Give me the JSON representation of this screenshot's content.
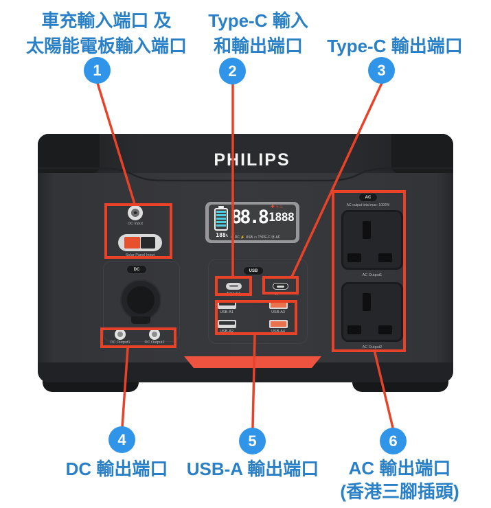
{
  "colors": {
    "label_blue": "#2a80c6",
    "marker_blue": "#3095e9",
    "callout_red": "#e84328",
    "device_accent_orange": "#ee5340",
    "battery_cyan": "#4fd0e2",
    "body_dark": "#333438"
  },
  "callouts": {
    "c1": {
      "num": "1",
      "line1": "車充輸入端口 及",
      "line2": "太陽能電板輸入端口"
    },
    "c2": {
      "num": "2",
      "line1": "Type-C 輸入",
      "line2": "和輸出端口"
    },
    "c3": {
      "num": "3",
      "line1": "Type-C 輸出端口"
    },
    "c4": {
      "num": "4",
      "line1": "DC 輸出端口"
    },
    "c5": {
      "num": "5",
      "line1": "USB-A 輸出端口"
    },
    "c6": {
      "num": "6",
      "line1": "AC 輸出端口",
      "line2": "(香港三腳插頭)"
    }
  },
  "device": {
    "brand": "PHILIPS",
    "display": {
      "battery_percent": "188",
      "percent_sign": "%",
      "main_value": "88.8",
      "sub_value": "1888",
      "status_icons": "✚◑♨",
      "mode_row": "⊙ DC  ⚡ USB  ▭  TYPE-C  Ⓜ AC"
    },
    "input_section": {
      "dc_input_label": "DC Input",
      "solar_label": "Solar Panel Input"
    },
    "dc_section": {
      "button": "DC",
      "out1": "DC Output1",
      "out2": "DC Output2"
    },
    "usb_section": {
      "button": "USB",
      "typec1": "Type-C1",
      "typec2": "Type-C2",
      "usba1": "USB-A1",
      "usba2": "USB-A2",
      "usba3": "USB-A3",
      "usba4": "USB-A4"
    },
    "ac_section": {
      "button": "AC",
      "max_label": "AC output total max: 1000W",
      "out1": "AC Output1",
      "out2": "AC Output2"
    }
  }
}
